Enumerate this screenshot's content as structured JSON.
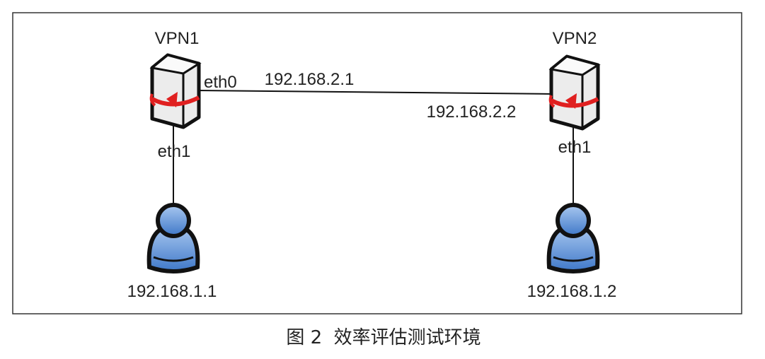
{
  "nodes": {
    "vpn1": {
      "label": "VPN1",
      "eth0": "eth0",
      "eth0_ip": "192.168.2.1",
      "eth1": "eth1",
      "icon": "server-icon"
    },
    "vpn2": {
      "label": "VPN2",
      "eth0_ip": "192.168.2.2",
      "eth1": "eth1",
      "icon": "server-icon"
    },
    "host1": {
      "ip": "192.168.1.1",
      "icon": "user-icon"
    },
    "host2": {
      "ip": "192.168.1.2",
      "icon": "user-icon"
    }
  },
  "caption": "图 2  效率评估测试环境",
  "colors": {
    "arrow": "#e02020",
    "user": "#5b8fd6",
    "server": "#e8e8e8"
  }
}
